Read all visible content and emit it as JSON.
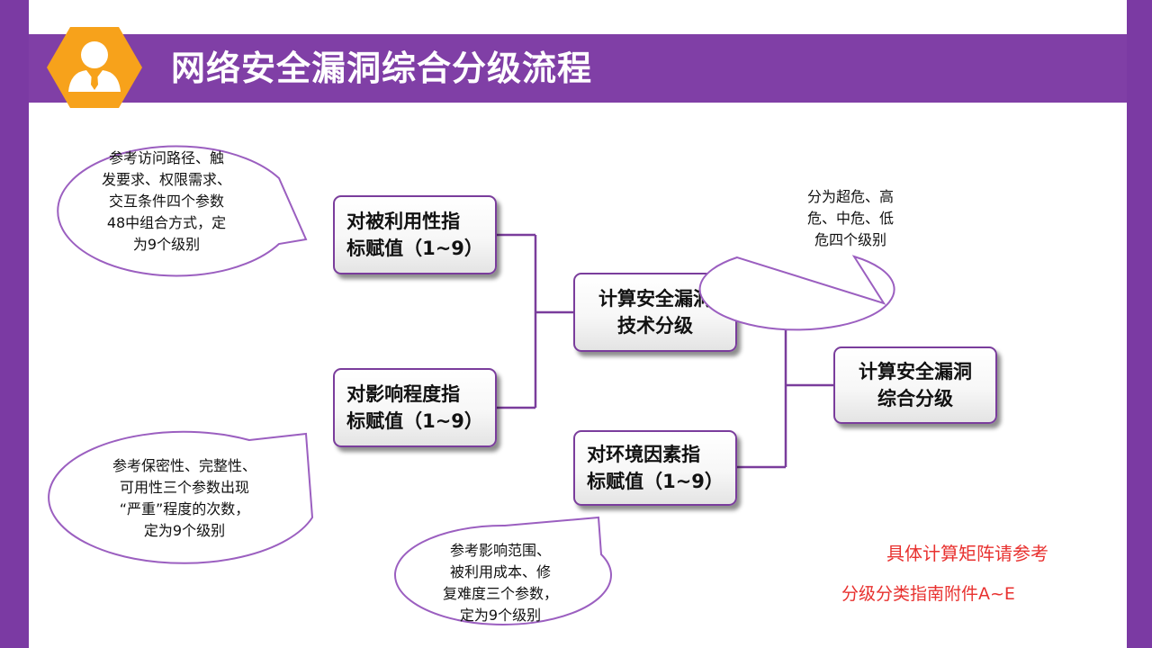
{
  "header": {
    "title": "网络安全漏洞综合分级流程",
    "icon": "user-icon"
  },
  "boxes": {
    "exploitability": "对被利用性指\n标赋值（1~9）",
    "impact": "对影响程度指\n标赋值（1~9）",
    "technical": "计算安全漏洞\n技术分级",
    "environment": "对环境因素指\n标赋值（1~9）",
    "comprehensive": "计算安全漏洞\n综合分级"
  },
  "callouts": {
    "exploitability": "参考访问路径、触\n发要求、权限需求、\n交互条件四个参数\n48中组合方式，定\n为9个级别",
    "impact": "参考保密性、完整性、\n可用性三个参数出现\n“严重”程度的次数，\n定为9个级别",
    "environment": "参考影响范围、\n被利用成本、修\n复难度三个参数，\n定为9个级别",
    "levels": "分为超危、高\n危、中危、低\n危四个级别"
  },
  "notes": {
    "line1": "具体计算矩阵请参考",
    "line2": "分级分类指南附件A~E"
  },
  "colors": {
    "accent": "#803fa6",
    "logo_hexagon": "#f7a21b",
    "bubble_stroke": "#9b5fc0",
    "note_text": "#e8312f"
  }
}
